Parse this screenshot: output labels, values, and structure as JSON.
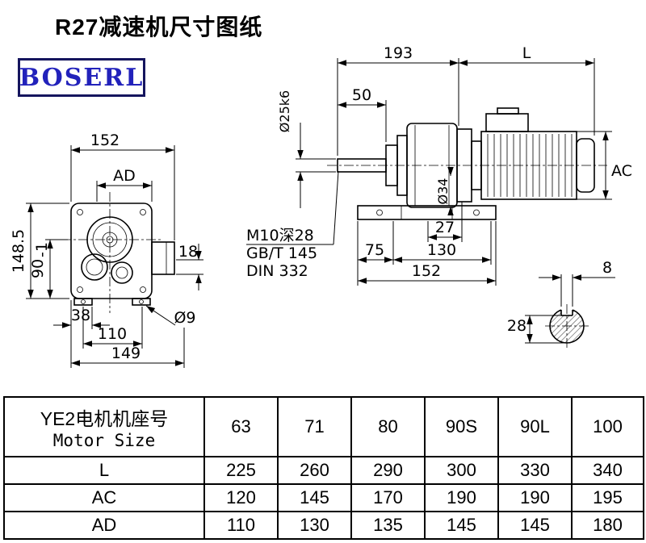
{
  "page": {
    "title": "R27减速机尺寸图纸"
  },
  "logo": {
    "text": "BOSERL",
    "color": "#2222bb",
    "border_color": "#15155e"
  },
  "front_view": {
    "dim_152": "152",
    "dim_ad": "AD",
    "dim_148_5": "148.5",
    "dim_90_main": "90",
    "dim_90_tol": "-1",
    "dim_18": "18",
    "dim_38": "38",
    "dim_110": "110",
    "dim_149": "149",
    "dim_d9": "Ø9"
  },
  "side_view": {
    "dim_193": "193",
    "dim_l": "L",
    "dim_50": "50",
    "dim_shaft": "Ø25k6",
    "dim_ac": "AC",
    "dim_d34": "Ø34",
    "dim_27": "27",
    "dim_75": "75",
    "dim_130": "130",
    "dim_152": "152",
    "note_thread": "M10深28",
    "note_gb": "GB/T 145",
    "note_din": "DIN 332"
  },
  "shaft_view": {
    "dim_8": "8",
    "dim_28": "28"
  },
  "table": {
    "header": {
      "line1": "YE2电机机座号",
      "line2": "Motor Size"
    },
    "columns": [
      "63",
      "71",
      "80",
      "90S",
      "90L",
      "100"
    ],
    "rows": [
      {
        "label": "L",
        "values": [
          "225",
          "260",
          "290",
          "300",
          "330",
          "340"
        ]
      },
      {
        "label": "AC",
        "values": [
          "120",
          "145",
          "170",
          "190",
          "190",
          "195"
        ]
      },
      {
        "label": "AD",
        "values": [
          "110",
          "130",
          "135",
          "145",
          "145",
          "180"
        ]
      }
    ]
  }
}
